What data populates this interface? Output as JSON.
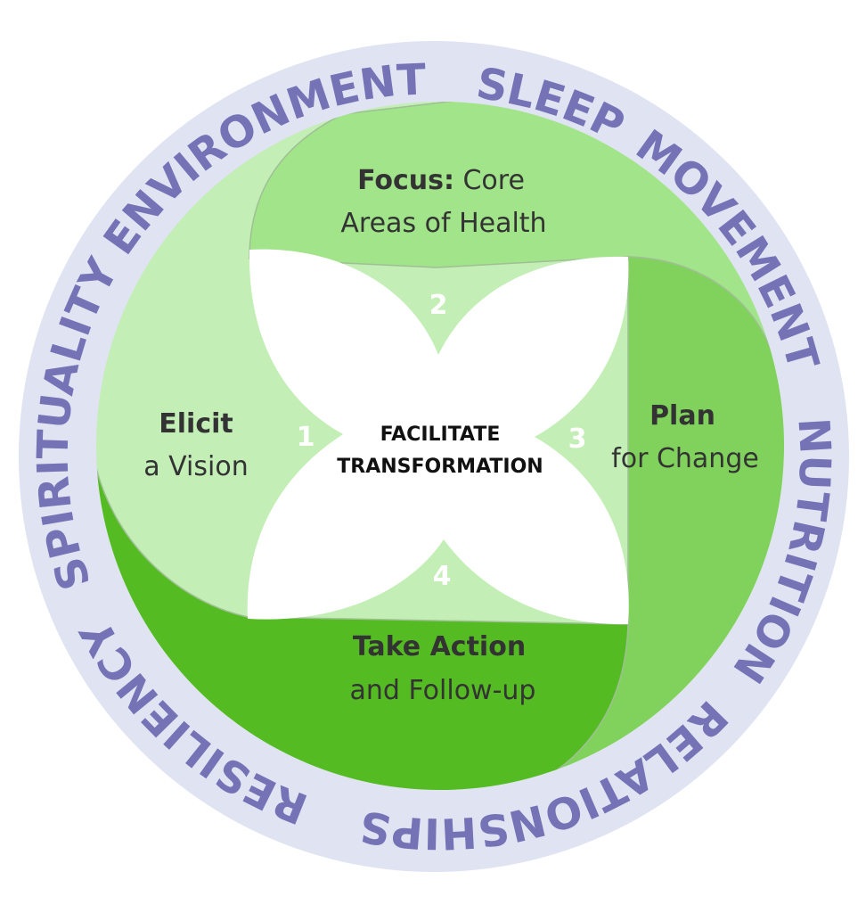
{
  "center": {
    "line1": "FACILITATE",
    "line2": "TRANSFORMATION"
  },
  "steps": [
    {
      "number": "1",
      "title": "Elicit",
      "subtitle": "a Vision",
      "color": "#c3eeb6"
    },
    {
      "number": "2",
      "title": "Focus:",
      "title_rest": " Core",
      "subtitle": "Areas of Health",
      "color": "#a2e48a"
    },
    {
      "number": "3",
      "title": "Plan",
      "subtitle": "for Change",
      "color": "#80d25c"
    },
    {
      "number": "4",
      "title": "Take Action",
      "subtitle": "and Follow-up",
      "color": "#55bb22"
    }
  ],
  "ring": {
    "color": "#dfe3f2",
    "text_color": "#7672b6",
    "words": [
      "SPIRITUALITY",
      "ENVIRONMENT",
      "SLEEP",
      "MOVEMENT",
      "NUTRITION",
      "RELATIONSHIPS",
      "RESILIENCY"
    ]
  }
}
